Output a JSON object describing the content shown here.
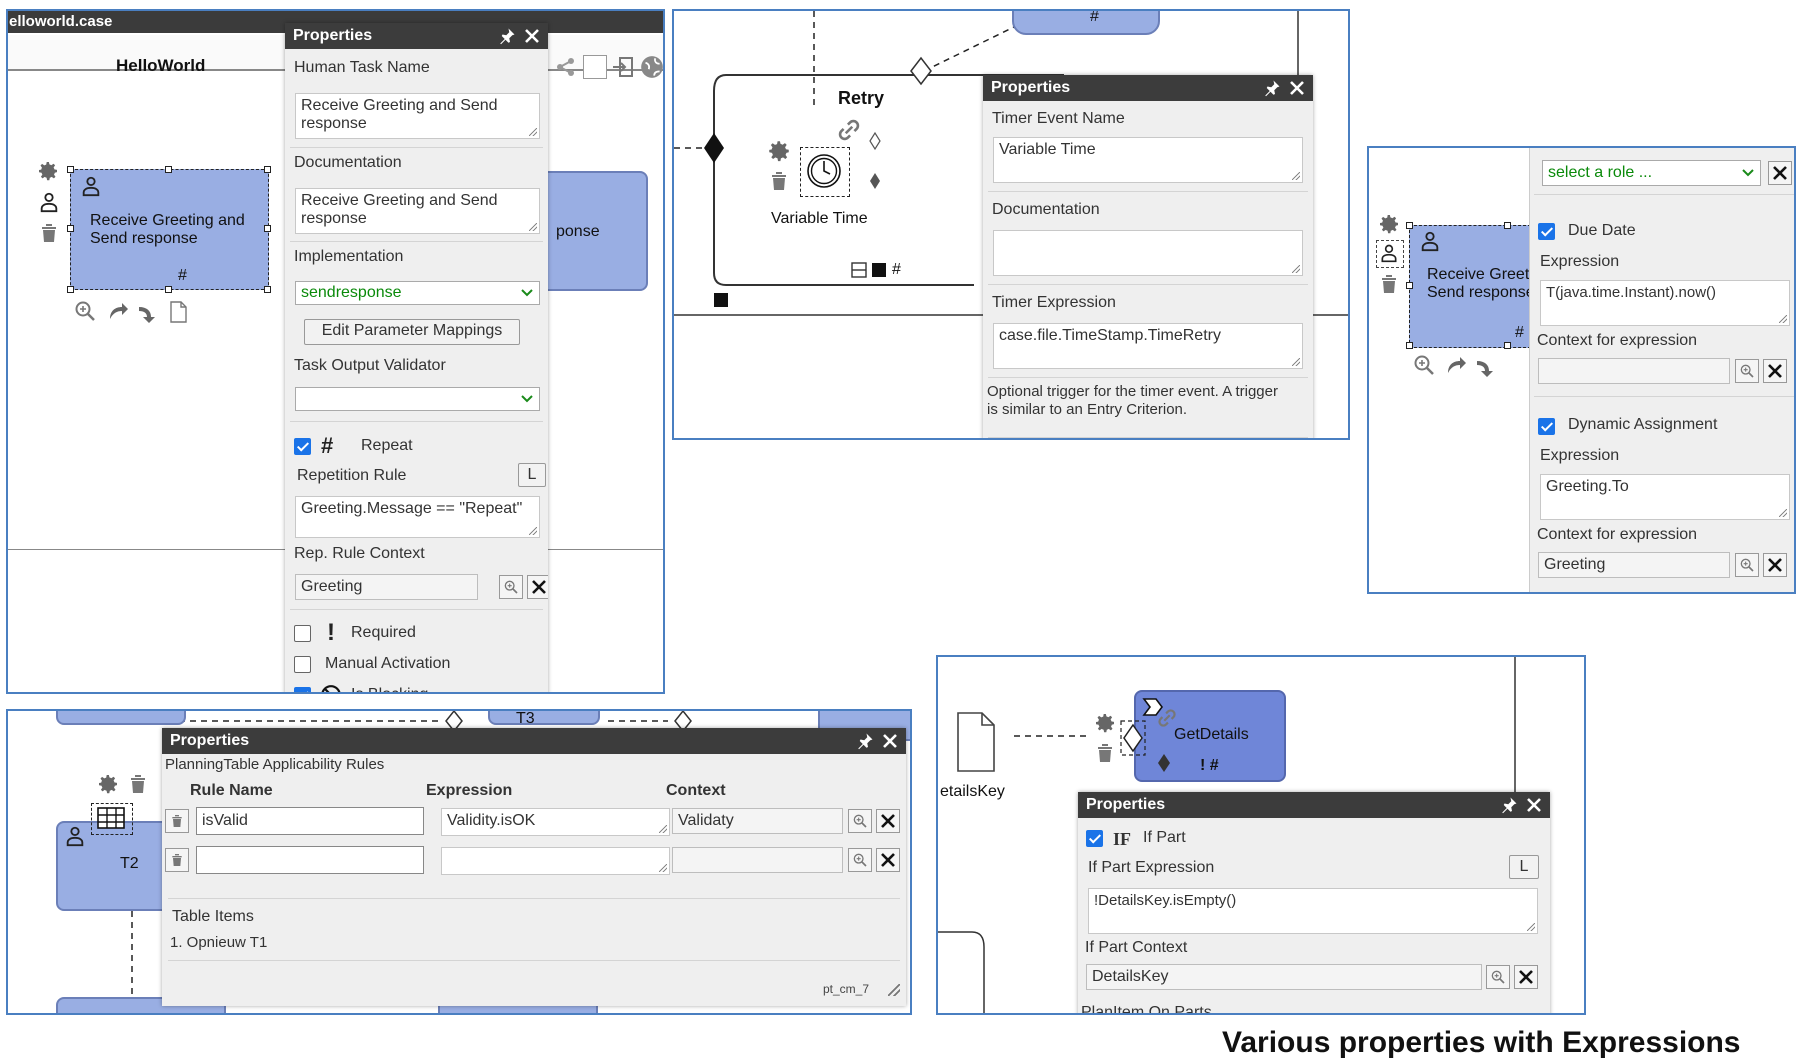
{
  "caption": "Various properties with Expressions",
  "panel1": {
    "window_title": "elloworld.case",
    "tab_title": "HelloWorld",
    "task_label": "Receive Greeting and Send response",
    "task_partial_right": "ponse",
    "task_hash": "#",
    "props": {
      "title": "Properties",
      "human_task_name_label": "Human Task Name",
      "human_task_name_value": "Receive Greeting and Send response",
      "documentation_label": "Documentation",
      "documentation_value": "Receive Greeting and Send response",
      "implementation_label": "Implementation",
      "implementation_value": "sendresponse",
      "edit_mappings_label": "Edit Parameter Mappings",
      "output_validator_label": "Task Output Validator",
      "output_validator_value": "",
      "repeat_symbol": "#",
      "repeat_label": "Repeat",
      "repeat_checked": true,
      "repetition_rule_label": "Repetition Rule",
      "repetition_rule_button": "L",
      "repetition_rule_value": "Greeting.Message == \"Repeat\"",
      "rep_rule_context_label": "Rep. Rule Context",
      "rep_rule_context_value": "Greeting",
      "required_symbol": "!",
      "required_label": "Required",
      "required_checked": false,
      "manual_activation_label": "Manual Activation",
      "manual_activation_checked": false,
      "is_blocking_label": "Is Blocking",
      "is_blocking_checked": true
    }
  },
  "panel2": {
    "top_hash": "#",
    "retry_label": "Retry",
    "timer_label": "Variable Time",
    "bottom_hash": "#",
    "props": {
      "title": "Properties",
      "timer_event_name_label": "Timer Event Name",
      "timer_event_name_value": "Variable Time",
      "documentation_label": "Documentation",
      "documentation_value": "",
      "timer_expression_label": "Timer Expression",
      "timer_expression_value": "case.file.TimeStamp.TimeRetry",
      "note": "Optional trigger for the timer event. A trigger is similar to an Entry Criterion."
    }
  },
  "panel3": {
    "task_label": "Receive Greeting and Send response",
    "task_hash": "#",
    "props": {
      "role_placeholder": "select a role ...",
      "due_date_label": "Due Date",
      "due_date_checked": true,
      "expression_label_1": "Expression",
      "expression_value_1": "T(java.time.Instant).now()",
      "context_label_1": "Context for expression",
      "context_value_1": "",
      "dynamic_assignment_label": "Dynamic Assignment",
      "dynamic_assignment_checked": true,
      "expression_label_2": "Expression",
      "expression_value_2": "Greeting.To",
      "context_label_2": "Context for expression",
      "context_value_2": "Greeting"
    }
  },
  "panel4": {
    "t3_label": "T3",
    "t2_label": "T2",
    "props": {
      "title": "Properties",
      "subtitle": "PlanningTable Applicability Rules",
      "col_rule_name": "Rule Name",
      "col_expression": "Expression",
      "col_context": "Context",
      "rows": [
        {
          "rule_name": "isValid",
          "expression": "Validity.isOK",
          "context": "Validaty"
        },
        {
          "rule_name": "",
          "expression": "",
          "context": ""
        }
      ],
      "table_items_label": "Table Items",
      "table_items": [
        "1. Opnieuw T1"
      ],
      "footer_id": "pt_cm_7"
    }
  },
  "panel5": {
    "file_label": "etailsKey",
    "task_label": "GetDetails",
    "task_marks": "! #",
    "props": {
      "title": "Properties",
      "if_symbol": "IF",
      "if_part_label": "If Part",
      "if_part_checked": true,
      "if_part_expression_label": "If Part Expression",
      "if_part_expression_button": "L",
      "if_part_expression_value": "!DetailsKey.isEmpty()",
      "if_part_context_label": "If Part Context",
      "if_part_context_value": "DetailsKey",
      "cutoff_label": "PlanItem On Parts"
    }
  }
}
